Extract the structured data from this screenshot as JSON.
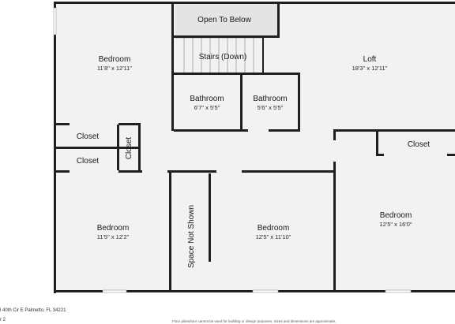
{
  "rooms": {
    "bedroom_nw": {
      "name": "Bedroom",
      "dims": "11'8\" x 12'11\""
    },
    "open_to_below": {
      "name": "Open To Below"
    },
    "stairs": {
      "name": "Stairs (Down)"
    },
    "loft": {
      "name": "Loft",
      "dims": "18'3\" x 12'11\""
    },
    "bath_1": {
      "name": "Bathroom",
      "dims": "6'7\" x 5'5\""
    },
    "bath_2": {
      "name": "Bathroom",
      "dims": "5'6\" x 5'5\""
    },
    "closet_1": {
      "name": "Closet"
    },
    "closet_2": {
      "name": "Closet"
    },
    "closet_vertical": {
      "name": "Closet"
    },
    "closet_east": {
      "name": "Closet"
    },
    "bedroom_sw": {
      "name": "Bedroom",
      "dims": "11'5\" x 12'2\""
    },
    "space_not_shown": {
      "name": "Space Not Shown"
    },
    "bedroom_mid": {
      "name": "Bedroom",
      "dims": "12'5\" x 11'10\""
    },
    "bedroom_se": {
      "name": "Bedroom",
      "dims": "12'5\" x 16'0\""
    }
  },
  "footer": {
    "address": "l 40th Cir E Palmetto, FL 34221",
    "floor": "r 2",
    "disclaimer": "Floor plans/tour cannot be used for building or design purposes. Sizes and dimensions are approximate."
  },
  "colors": {
    "wall": "#1f1f1f",
    "floor": "#f2f2f2",
    "background": "#ffffff"
  }
}
